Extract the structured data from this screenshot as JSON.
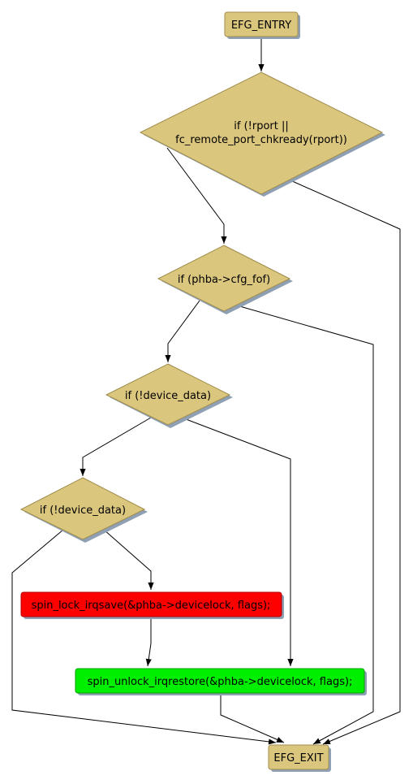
{
  "diagram": {
    "nodes": {
      "entry": {
        "label": "EFG_ENTRY"
      },
      "cond1": {
        "lines": [
          "if (!rport ||",
          "fc_remote_port_chkready(rport))"
        ]
      },
      "cond2": {
        "label": "if (phba->cfg_fof)"
      },
      "cond3": {
        "label": "if (!device_data)"
      },
      "cond4": {
        "label": "if (!device_data)"
      },
      "lock": {
        "label": "spin_lock_irqsave(&phba->devicelock, flags);"
      },
      "unlock": {
        "label": "spin_unlock_irqrestore(&phba->devicelock, flags);"
      },
      "exit": {
        "label": "EFG_EXIT"
      }
    },
    "colors": {
      "terminal_fill": "#dbc67e",
      "decision_fill": "#dbc67e",
      "lock_fill": "#ff0000",
      "unlock_fill": "#00ee00",
      "shadow": "#8fa0b4"
    }
  }
}
